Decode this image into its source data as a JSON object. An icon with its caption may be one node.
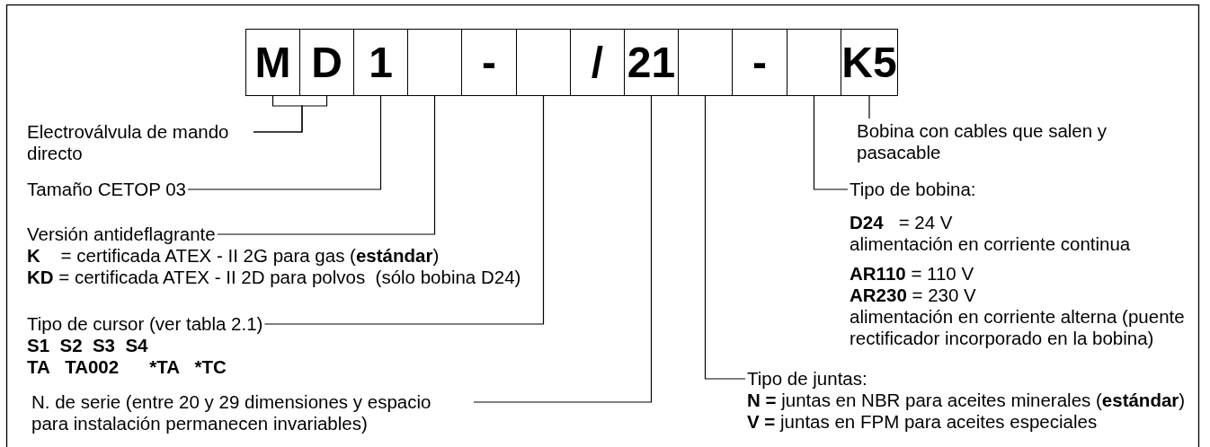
{
  "diagram": {
    "nodes": [
      {
        "text": [
          "M"
        ]
      },
      {
        "text": [
          "D"
        ]
      },
      {
        "text": [
          "1"
        ]
      },
      {
        "text": [],
        "shape": "box"
      },
      {
        "text": [
          "-"
        ]
      },
      {
        "text": [],
        "shape": "box"
      },
      {
        "text": [
          "/"
        ]
      },
      {
        "text": [
          "21"
        ]
      },
      {
        "text": [],
        "shape": "box"
      },
      {
        "text": [
          "-"
        ]
      },
      {
        "text": [],
        "shape": "box"
      },
      {
        "text": [
          "K5"
        ]
      },
      {
        "text": [
          "Electroválvula de mando directo"
        ]
      },
      {
        "text": [
          "Tamaño CETOP 03"
        ]
      },
      {
        "text": [
          "Versión antideflagrante",
          "**K**    = certificada ATEX - II 2G para gas (**estándar**)",
          "**KD** = certificada ATEX - II 2D para polvos  (sólo bobina D24)"
        ]
      },
      {
        "text": [
          "Tipo de cursor (ver tabla 2.1)",
          "S1  S2  S3  S4",
          "TA   TA002      *TA   *TC"
        ]
      },
      {
        "text": [
          "N. de serie (entre 20 y 29 dimensiones y espacio para instalación permanecen invariables)"
        ]
      },
      {
        "text": [
          "Tipo de juntas:",
          "**N =** juntas en NBR para aceites minerales (**estándar**)",
          "**V =** juntas en FPM para aceites especiales"
        ]
      },
      {
        "text": [
          "Tipo de bobina:",
          "**D24**   = 24 V",
          "alimentación en corriente continua",
          "**AR110** = 110 V",
          "**AR230** = 230 V",
          "alimentación en corriente alterna (puente rectificador incorporado en la bobina)"
        ]
      },
      {
        "text": [
          "Bobina con cables que salen y pasacable"
        ]
      }
    ],
    "edges": [
      {
        "from": 12,
        "to": 0,
        "arrow": "none"
      },
      {
        "from": 12,
        "to": 1,
        "arrow": "none"
      },
      {
        "from": 13,
        "to": 2,
        "arrow": "none"
      },
      {
        "from": 14,
        "to": 3,
        "arrow": "none"
      },
      {
        "from": 15,
        "to": 5,
        "arrow": "none"
      },
      {
        "from": 16,
        "to": 7,
        "arrow": "none"
      },
      {
        "from": 17,
        "to": 8,
        "arrow": "none"
      },
      {
        "from": 18,
        "to": 10,
        "arrow": "none"
      },
      {
        "from": 19,
        "to": 11,
        "arrow": "none"
      }
    ]
  }
}
